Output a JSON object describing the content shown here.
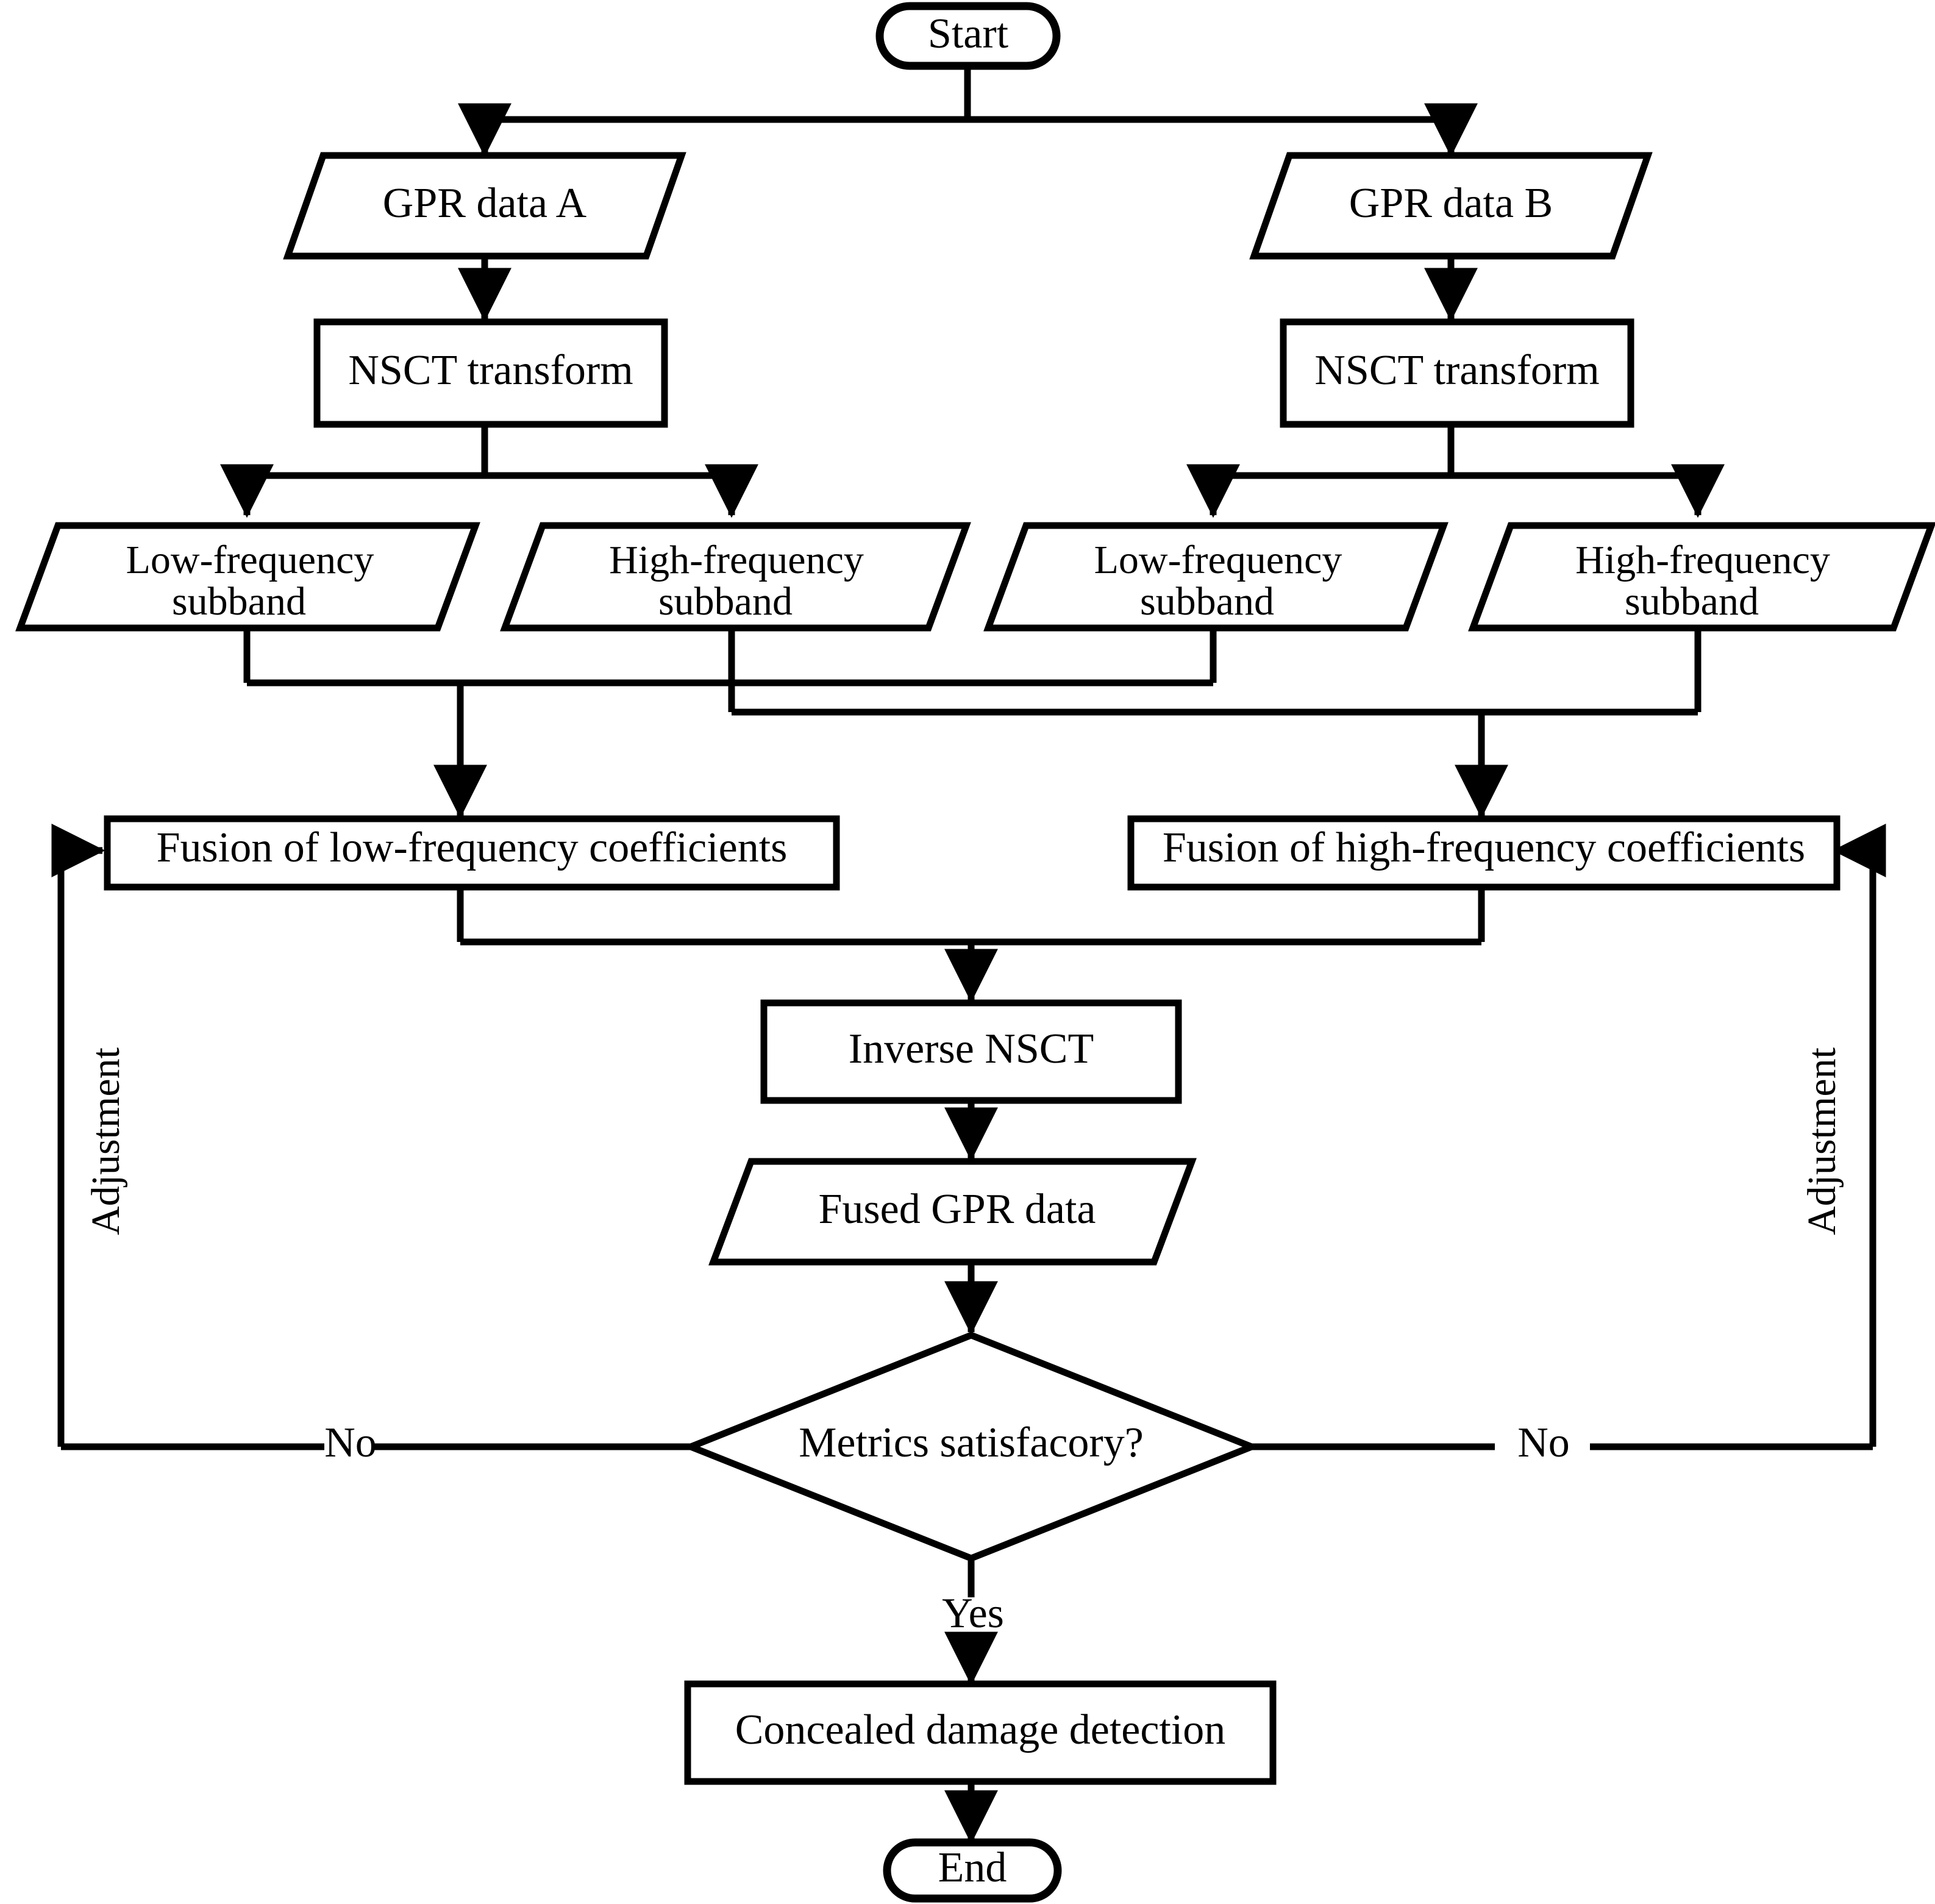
{
  "diagram": {
    "title": "GPR data fusion and concealed damage detection flowchart",
    "type": "flowchart",
    "background": "#ffffff",
    "stroke_color": "#000000",
    "fill_color": "#ffffff"
  },
  "nodes": {
    "start": {
      "label": "Start",
      "shape": "terminator"
    },
    "gpr_a": {
      "label": "GPR data A",
      "shape": "parallelogram"
    },
    "gpr_b": {
      "label": "GPR data B",
      "shape": "parallelogram"
    },
    "nsct_a": {
      "label": "NSCT transform",
      "shape": "process"
    },
    "nsct_b": {
      "label": "NSCT transform",
      "shape": "process"
    },
    "low_a": {
      "label_line1": "Low-frequency",
      "label_line2": "subband",
      "shape": "parallelogram"
    },
    "high_a": {
      "label_line1": "High-frequency",
      "label_line2": "subband",
      "shape": "parallelogram"
    },
    "low_b": {
      "label_line1": "Low-frequency",
      "label_line2": "subband",
      "shape": "parallelogram"
    },
    "high_b": {
      "label_line1": "High-frequency",
      "label_line2": "subband",
      "shape": "parallelogram"
    },
    "fusion_low": {
      "label": "Fusion of low-frequency coefficients",
      "shape": "process"
    },
    "fusion_high": {
      "label": "Fusion of high-frequency coefficients",
      "shape": "process"
    },
    "inverse_nsct": {
      "label": "Inverse NSCT",
      "shape": "process"
    },
    "fused_gpr": {
      "label": "Fused GPR data",
      "shape": "parallelogram"
    },
    "decision": {
      "label": "Metrics satisfacory?",
      "shape": "decision"
    },
    "detection": {
      "label": "Concealed damage detection",
      "shape": "process"
    },
    "end": {
      "label": "End",
      "shape": "terminator"
    }
  },
  "edge_labels": {
    "no_left": "No",
    "no_right": "No",
    "yes": "Yes",
    "adjustment_left": "Adjustment",
    "adjustment_right": "Adjustment"
  }
}
